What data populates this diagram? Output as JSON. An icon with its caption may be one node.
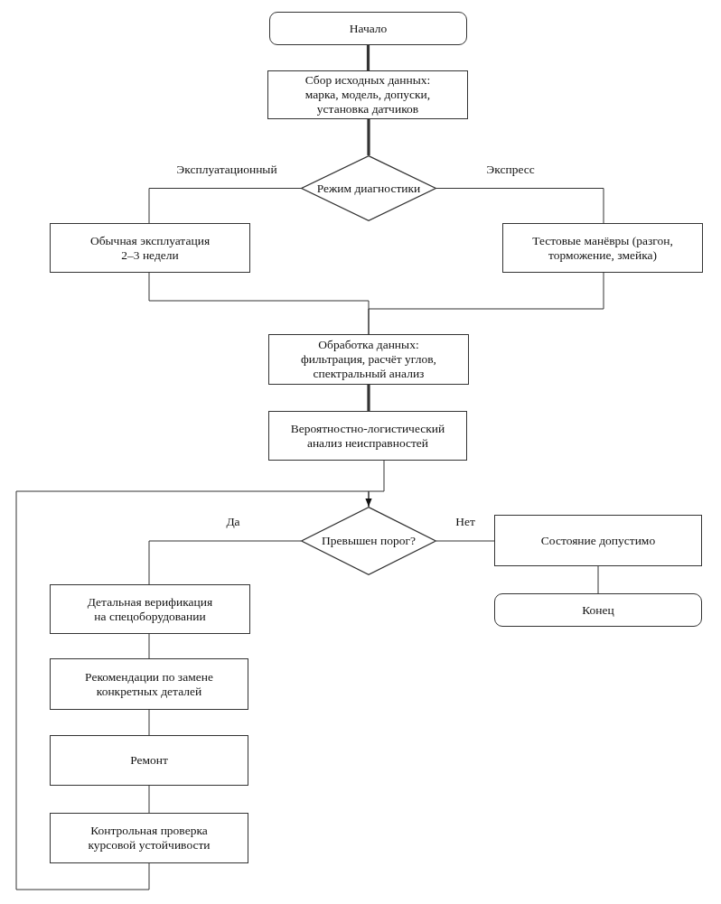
{
  "diagram": {
    "nodes": [
      {
        "text": [
          "Начало"
        ]
      },
      {
        "text": [
          "Сбор исходных данных: марка, модель, допуски, установка датчиков"
        ]
      },
      {
        "text": [
          "Режим диагностики"
        ]
      },
      {
        "text": [
          "Обычная эксплуатация 2–3 недели"
        ]
      },
      {
        "text": [
          "Тестовые манёвры (разгон, торможение, змейка)"
        ]
      },
      {
        "text": [
          "Обработка данных: фильтрация, расчёт углов, спектральный анализ"
        ]
      },
      {
        "text": [
          "Вероятностно-логистический анализ неисправностей"
        ]
      },
      {
        "text": [
          "Превышен порог?"
        ]
      },
      {
        "text": [
          "Состояние допустимо"
        ]
      },
      {
        "text": [
          "Конец"
        ]
      },
      {
        "text": [
          "Детальная верификация на спецоборудовании"
        ]
      },
      {
        "text": [
          "Рекомендации по замене конкретных деталей"
        ]
      },
      {
        "text": [
          "Ремонт"
        ]
      },
      {
        "text": [
          "Контрольная проверка курсовой устойчивости"
        ]
      }
    ],
    "edges": [
      {
        "from": 0,
        "to": 1,
        "arrow": "none",
        "style": "thick"
      },
      {
        "from": 1,
        "to": 2,
        "arrow": "none",
        "style": "thick"
      },
      {
        "from": 2,
        "to": 3,
        "arrow": "none",
        "label": "Эксплуатационный"
      },
      {
        "from": 2,
        "to": 4,
        "arrow": "none",
        "label": "Экспресс"
      },
      {
        "from": 3,
        "to": 5,
        "arrow": "none"
      },
      {
        "from": 4,
        "to": 5,
        "arrow": "none"
      },
      {
        "from": 5,
        "to": 6,
        "arrow": "none",
        "style": "thick"
      },
      {
        "from": 6,
        "to": 7,
        "arrow": "none"
      },
      {
        "from": 7,
        "to": 10,
        "arrow": "none",
        "label": "Да"
      },
      {
        "from": 7,
        "to": 8,
        "arrow": "none",
        "label": "Нет"
      },
      {
        "from": 8,
        "to": 9,
        "arrow": "none"
      },
      {
        "from": 10,
        "to": 11,
        "arrow": "none"
      },
      {
        "from": 11,
        "to": 12,
        "arrow": "none"
      },
      {
        "from": 12,
        "to": 13,
        "arrow": "none"
      },
      {
        "from": 13,
        "to": 7,
        "arrow": "to"
      }
    ]
  }
}
